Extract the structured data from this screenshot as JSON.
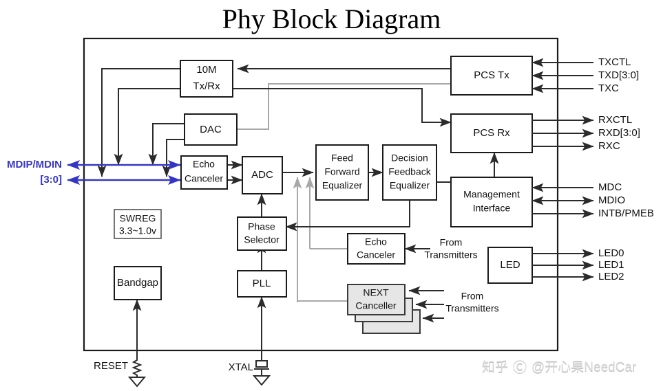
{
  "title": "Phy Block Diagram",
  "colors": {
    "blue": "#3535c4",
    "wire": "#2b2b2b",
    "wire_gray": "#a8a8a8",
    "shadow_fill": "#e6e6e6"
  },
  "blocks": {
    "tenm": {
      "label1": "10M",
      "label2": "Tx/Rx"
    },
    "dac": {
      "label1": "DAC"
    },
    "echo1": {
      "label1": "Echo",
      "label2": "Canceler"
    },
    "adc": {
      "label1": "ADC"
    },
    "ffe": {
      "label1": "Feed",
      "label2": "Forward",
      "label3": "Equalizer"
    },
    "dfe": {
      "label1": "Decision",
      "label2": "Feedback",
      "label3": "Equalizer"
    },
    "pcstx": {
      "label1": "PCS Tx"
    },
    "pcsrx": {
      "label1": "PCS Rx"
    },
    "mgmt": {
      "label1": "Management",
      "label2": "Interface"
    },
    "led": {
      "label1": "LED"
    },
    "swreg": {
      "label1": "SWREG",
      "label2": "3.3~1.0v"
    },
    "bandgap": {
      "label1": "Bandgap"
    },
    "phasesel": {
      "label1": "Phase",
      "label2": "Selector"
    },
    "pll": {
      "label1": "PLL"
    },
    "echo2": {
      "label1": "Echo",
      "label2": "Canceler"
    },
    "next": {
      "label1": "NEXT",
      "label2": "Canceller"
    }
  },
  "notes": {
    "from_tx_1a": "From",
    "from_tx_1b": "Transmitters",
    "from_tx_2a": "From",
    "from_tx_2b": "Transmitters"
  },
  "left_ports": {
    "mdi_line1": "MDIP/MDIN",
    "mdi_line2": "[3:0]"
  },
  "bottom_ports": {
    "reset": "RESET",
    "xtal": "XTAL"
  },
  "right_ports": [
    {
      "name": "TXCTL"
    },
    {
      "name": "TXD[3:0]"
    },
    {
      "name": "TXC"
    },
    {
      "name": "RXCTL"
    },
    {
      "name": "RXD[3:0]"
    },
    {
      "name": "RXC"
    },
    {
      "name": "MDC"
    },
    {
      "name": "MDIO"
    },
    {
      "name": "INTB/PMEB"
    },
    {
      "name": "LED0"
    },
    {
      "name": "LED1"
    },
    {
      "name": "LED2"
    }
  ],
  "watermark": {
    "site": "知乎",
    "handle": "@开心果NeedCar"
  }
}
